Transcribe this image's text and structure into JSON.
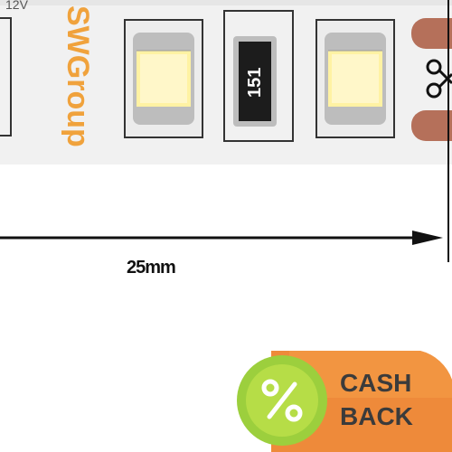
{
  "strip": {
    "voltage_label": "12V",
    "brand_logo": "SWGroup",
    "resistor_code": "151"
  },
  "dimension": {
    "label": "25mm"
  },
  "badge": {
    "icon": "percent-icon",
    "line1": "CASH",
    "line2": "BACK",
    "colors": {
      "badge_bg": "#ee8a3a",
      "badge_bg_light": "#f6a24c",
      "circle_outer": "#9ccf3d",
      "circle_inner": "#b6dd47",
      "text": "#3b3b3b"
    }
  },
  "colors": {
    "strip": "#f1f1f1",
    "led_yellow": "#fff2a3",
    "logo_orange": "#f0a23c",
    "pad_copper": "#b5705a",
    "line": "#111111"
  }
}
